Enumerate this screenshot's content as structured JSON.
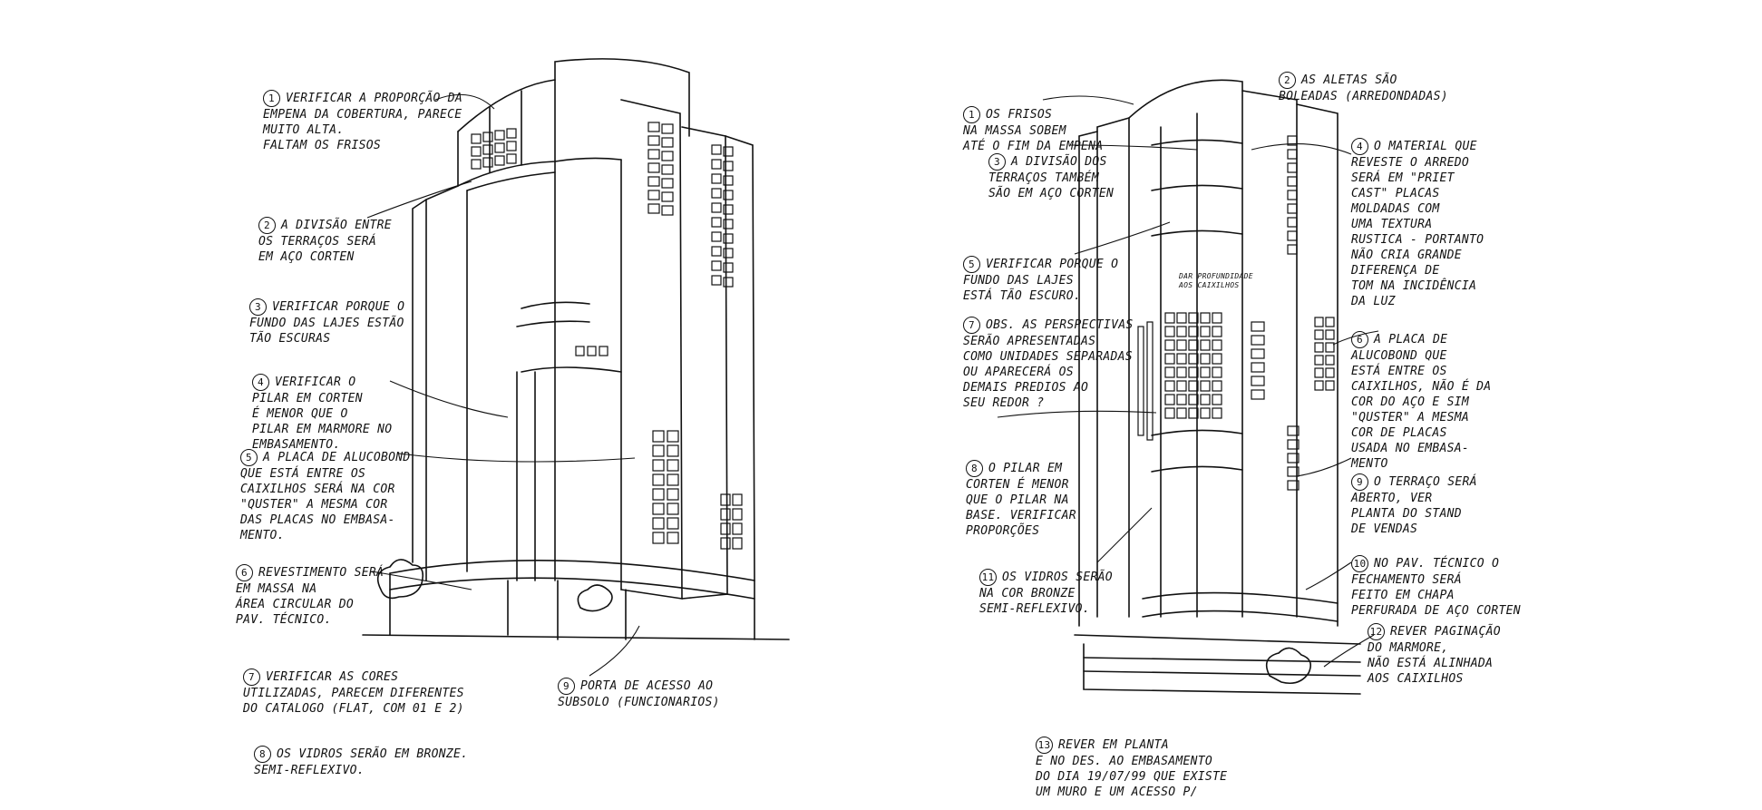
{
  "colors": {
    "ink": "#111111",
    "paper": "#ffffff"
  },
  "left_sketch": {
    "notes": [
      {
        "num": "1",
        "text": "VERIFICAR A PROPORÇÃO DA\nEMPENA DA COBERTURA, PARECE\nMUITO ALTA.\nFALTAM OS FRISOS"
      },
      {
        "num": "2",
        "text": "A DIVISÃO ENTRE\nOS TERRAÇOS SERÁ\nEM AÇO CORTEN"
      },
      {
        "num": "3",
        "text": "VERIFICAR PORQUE O\nFUNDO DAS LAJES ESTÃO\nTÃO ESCURAS"
      },
      {
        "num": "4",
        "text": "VERIFICAR O\nPILAR EM CORTEN\nÉ MENOR QUE O\nPILAR EM MARMORE NO\nEMBASAMENTO."
      },
      {
        "num": "5",
        "text": "A PLACA DE ALUCOBOND\nQUE ESTÁ ENTRE OS\nCAIXILHOS SERÁ NA COR\n\"QUSTER\" A MESMA COR\nDAS PLACAS NO EMBASA-\nMENTO."
      },
      {
        "num": "6",
        "text": "REVESTIMENTO SERÁ\nEM MASSA NA\nÁREA CIRCULAR DO\nPAV. TÉCNICO."
      },
      {
        "num": "7",
        "text": "VERIFICAR AS CORES\nUTILIZADAS, PARECEM DIFERENTES\nDO CATALOGO (FLAT, COM 01 E 2)"
      },
      {
        "num": "8",
        "text": "OS VIDROS SERÃO EM BRONZE.\nSEMI-REFLEXIVO."
      },
      {
        "num": "9",
        "text": "PORTA DE ACESSO AO\nSUBSOLO (FUNCIONARIOS)"
      }
    ]
  },
  "right_sketch": {
    "notes": [
      {
        "num": "1",
        "text": "OS FRISOS\nNA MASSA SOBEM\nATÉ O FIM DA EMPENA"
      },
      {
        "num": "2",
        "text": "AS ALETAS SÃO\nBOLEADAS (ARREDONDADAS)"
      },
      {
        "num": "3",
        "text": "A DIVISÃO DOS\nTERRAÇOS TAMBÉM\nSÃO EM AÇO CORTEN"
      },
      {
        "num": "4",
        "text": "O MATERIAL QUE\nREVESTE O ARREDO\nSERÁ EM \"PRIET\nCAST\" PLACAS\nMOLDADAS COM\nUMA TEXTURA\nRUSTICA - PORTANTO\nNÃO CRIA GRANDE\nDIFERENÇA DE\nTOM NA INCIDÊNCIA\nDA LUZ"
      },
      {
        "num": "5",
        "text": "VERIFICAR PORQUE O\nFUNDO DAS LAJES\nESTÁ TÃO ESCURO."
      },
      {
        "num": "6",
        "text": "A PLACA DE\nALUCOBOND QUE\nESTÁ ENTRE OS\nCAIXILHOS, NÃO É DA\nCOR DO AÇO E SIM\n\"QUSTER\" A MESMA\nCOR DE PLACAS\nUSADA NO EMBASA-\nMENTO"
      },
      {
        "num": "7",
        "text": "OBS. AS PERSPECTIVAS\nSERÃO APRESENTADAS\nCOMO UNIDADES SEPARADAS\nOU APARECERÁ OS\nDEMAIS PREDIOS AO\nSEU REDOR ?"
      },
      {
        "num": "8",
        "text": "O PILAR EM\nCORTEN É MENOR\nQUE O PILAR NA\nBASE. VERIFICAR\nPROPORÇÕES"
      },
      {
        "num": "9",
        "text": "O TERRAÇO SERÁ\nABERTO, VER\nPLANTA DO STAND\nDE VENDAS"
      },
      {
        "num": "10",
        "text": "NO PAV. TÉCNICO O\nFECHAMENTO SERÁ\nFEITO EM CHAPA\nPERFURADA DE AÇO CORTEN"
      },
      {
        "num": "11",
        "text": "OS VIDROS SERÃO\nNA COR BRONZE\nSEMI-REFLEXIVO."
      },
      {
        "num": "12",
        "text": "REVER PAGINAÇÃO\nDO MARMORE,\nNÃO ESTÁ ALINHADA\nAOS CAIXILHOS"
      },
      {
        "num": "13",
        "text": "REVER EM PLANTA\nE NO DES. AO EMBASAMENTO\nDO DIA 19/07/99 QUE EXISTE\nUM MURO E UM ACESSO P/"
      },
      {
        "num": "",
        "text": "DAR PROFUNDIDADE\nAOS CAIXILHOS"
      }
    ]
  }
}
